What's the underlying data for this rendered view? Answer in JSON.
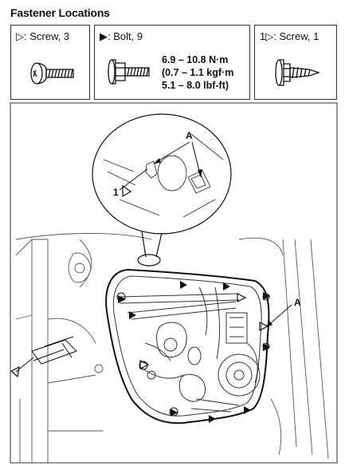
{
  "title": "Fastener Locations",
  "fasteners": [
    {
      "symbol": "▷",
      "label": ": Screw, 3",
      "icon": "screw-outline-icon"
    },
    {
      "symbol": "▶",
      "label": ": Bolt, 9",
      "icon": "flange-bolt-icon"
    },
    {
      "symbol": "1▷",
      "label": ": Screw, 1",
      "icon": "self-tapping-screw-icon"
    }
  ],
  "torque": {
    "nm": "6.9 – 10.8 N·m",
    "kgf": "(0.7 – 1.1 kgf·m",
    "lbf": "5.1 – 8.0 lbf-ft)"
  },
  "callouts": {
    "a_detail": "A",
    "a_main": "A",
    "one": "1"
  }
}
